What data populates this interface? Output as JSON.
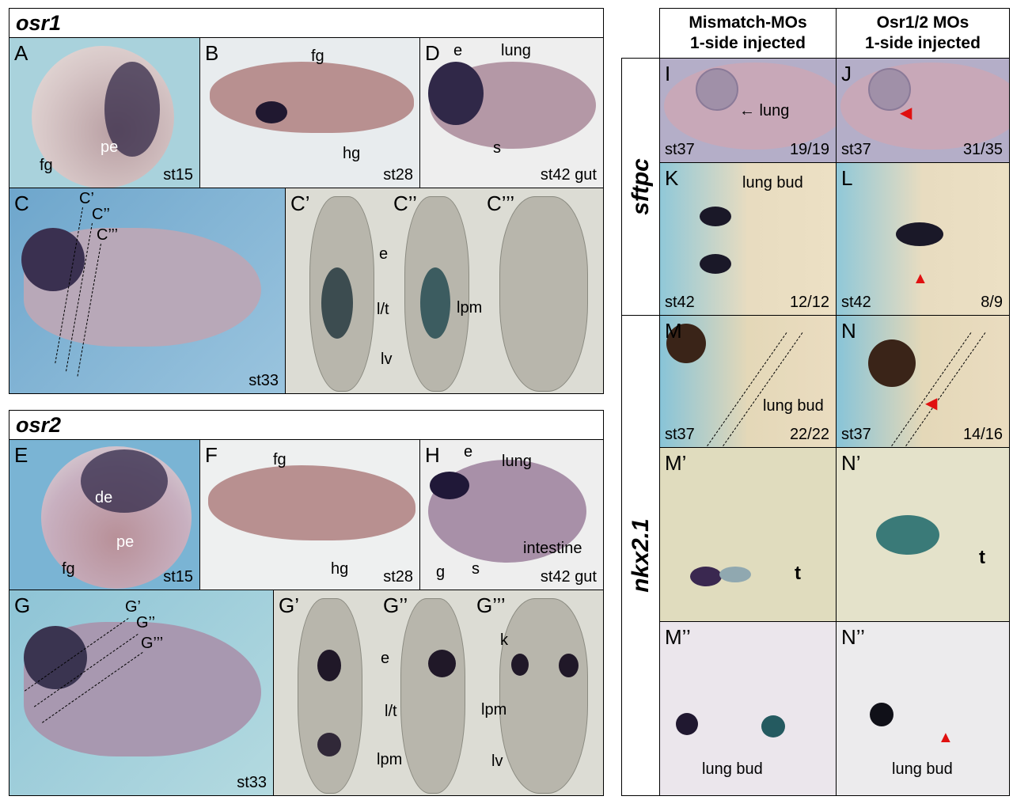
{
  "osr1": {
    "title": "osr1",
    "A": {
      "label": "A",
      "fg": "fg",
      "pe": "pe",
      "stage": "st15"
    },
    "B": {
      "label": "B",
      "fg": "fg",
      "hg": "hg",
      "stage": "st28"
    },
    "D": {
      "label": "D",
      "e": "e",
      "lung": "lung",
      "s": "s",
      "stage": "st42 gut"
    },
    "C": {
      "label": "C",
      "c1": "C’",
      "c2": "C’’",
      "c3": "C’’’",
      "stage": "st33"
    },
    "C1": {
      "label": "C’",
      "e": "e",
      "lt": "l/t",
      "lv": "lv"
    },
    "C2": {
      "label": "C’’",
      "lpm": "lpm"
    },
    "C3": {
      "label": "C’’’"
    }
  },
  "osr2": {
    "title": "osr2",
    "E": {
      "label": "E",
      "de": "de",
      "pe": "pe",
      "fg": "fg",
      "stage": "st15"
    },
    "F": {
      "label": "F",
      "fg": "fg",
      "hg": "hg",
      "stage": "st28"
    },
    "H": {
      "label": "H",
      "e": "e",
      "lung": "lung",
      "intestine": "intestine",
      "g": "g",
      "s": "s",
      "stage": "st42 gut"
    },
    "G": {
      "label": "G",
      "g1": "G’",
      "g2": "G’’",
      "g3": "G’’’",
      "stage": "st33"
    },
    "G1": {
      "label": "G’",
      "e": "e",
      "lpm": "lpm"
    },
    "G2": {
      "label": "G’’",
      "lt": "l/t",
      "lv": "lv"
    },
    "G3": {
      "label": "G’’’",
      "k": "k",
      "lpm": "lpm"
    }
  },
  "right": {
    "col1": "Mismatch-MOs\n1-side injected",
    "col1a": "Mismatch-MOs",
    "col1b": "1-side injected",
    "col2a": "Osr1/2 MOs",
    "col2b": "1-side injected",
    "row_sftpc": "sftpc",
    "row_nkx": "nkx2.1",
    "I": {
      "label": "I",
      "lung": "lung",
      "stage": "st37",
      "count": "19/19"
    },
    "J": {
      "label": "J",
      "stage": "st37",
      "count": "31/35"
    },
    "K": {
      "label": "K",
      "bud": "lung bud",
      "stage": "st42",
      "count": "12/12"
    },
    "L": {
      "label": "L",
      "stage": "st42",
      "count": "8/9"
    },
    "M": {
      "label": "M",
      "bud": "lung bud",
      "stage": "st37",
      "count": "22/22"
    },
    "N": {
      "label": "N",
      "stage": "st37",
      "count": "14/16"
    },
    "M1": {
      "label": "M’",
      "t": "t"
    },
    "N1": {
      "label": "N’",
      "t": "t"
    },
    "M2": {
      "label": "M’’",
      "bud": "lung bud"
    },
    "N2": {
      "label": "N’’",
      "bud": "lung bud"
    }
  },
  "colors": {
    "arrow_red": "#e01010"
  }
}
